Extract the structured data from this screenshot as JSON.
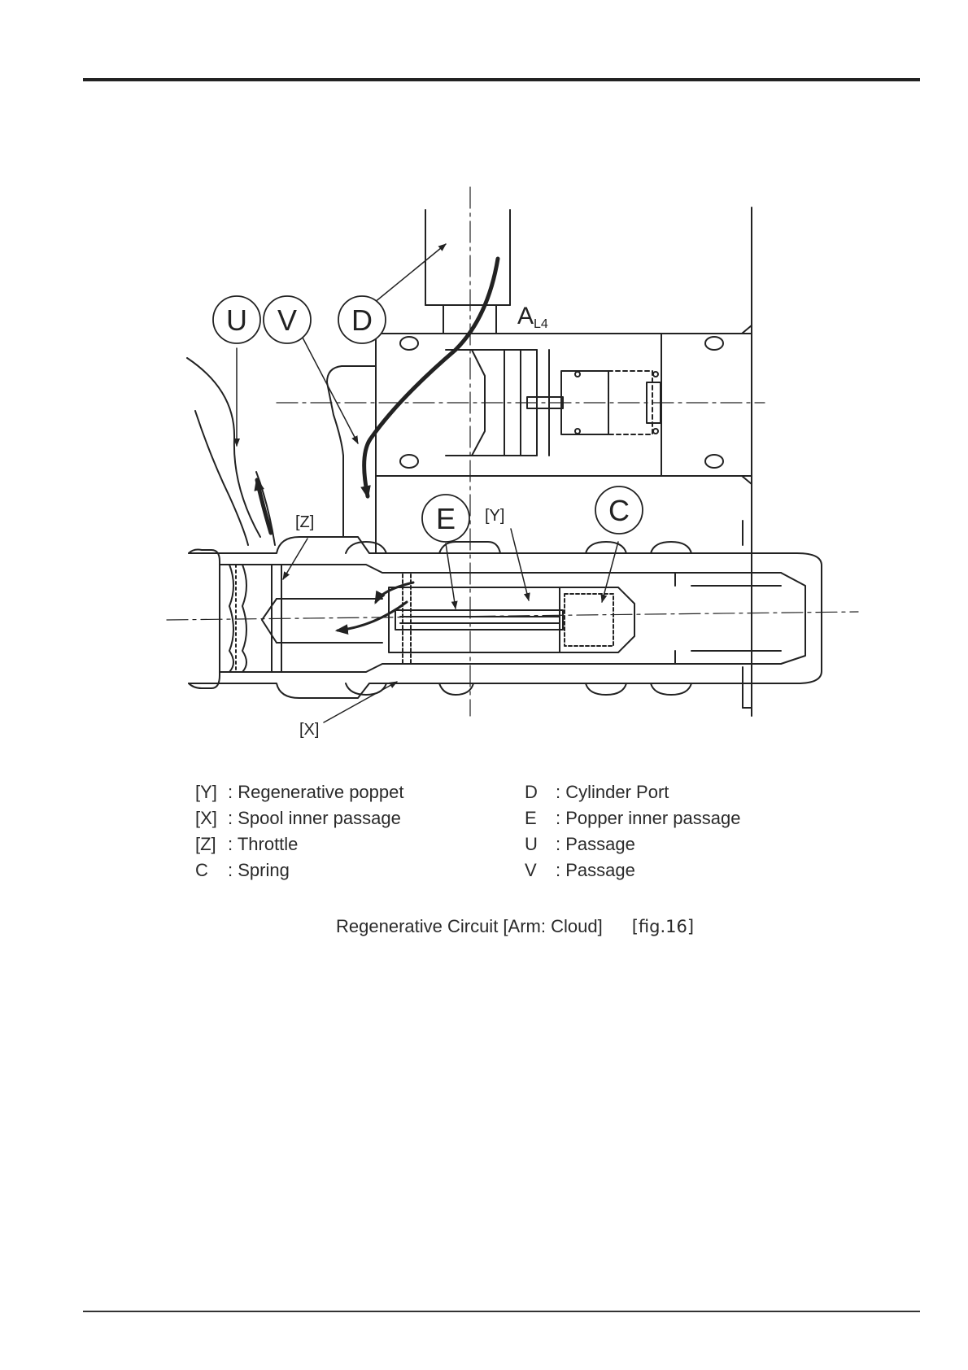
{
  "diagram": {
    "circle_labels": {
      "u": "U",
      "v": "V",
      "d": "D",
      "e": "E",
      "c": "C"
    },
    "bracket_labels": {
      "z": "[Z]",
      "y": "[Y]",
      "x": "[X]"
    },
    "port_label": {
      "main": "A",
      "sub": "L4"
    }
  },
  "legend": {
    "left": [
      {
        "key": "[Y]",
        "desc": ": Regenerative poppet"
      },
      {
        "key": "[X]",
        "desc": ": Spool inner passage"
      },
      {
        "key": "[Z]",
        "desc": ": Throttle"
      },
      {
        "key": "C",
        "desc": ": Spring"
      }
    ],
    "right": [
      {
        "key": "D",
        "desc": ": Cylinder Port"
      },
      {
        "key": "E",
        "desc": ": Popper inner passage"
      },
      {
        "key": "U",
        "desc": ": Passage"
      },
      {
        "key": "V",
        "desc": ": Passage"
      }
    ]
  },
  "caption": {
    "title": "Regenerative Circuit [Arm: Cloud]",
    "fig": "[fig.16]"
  }
}
